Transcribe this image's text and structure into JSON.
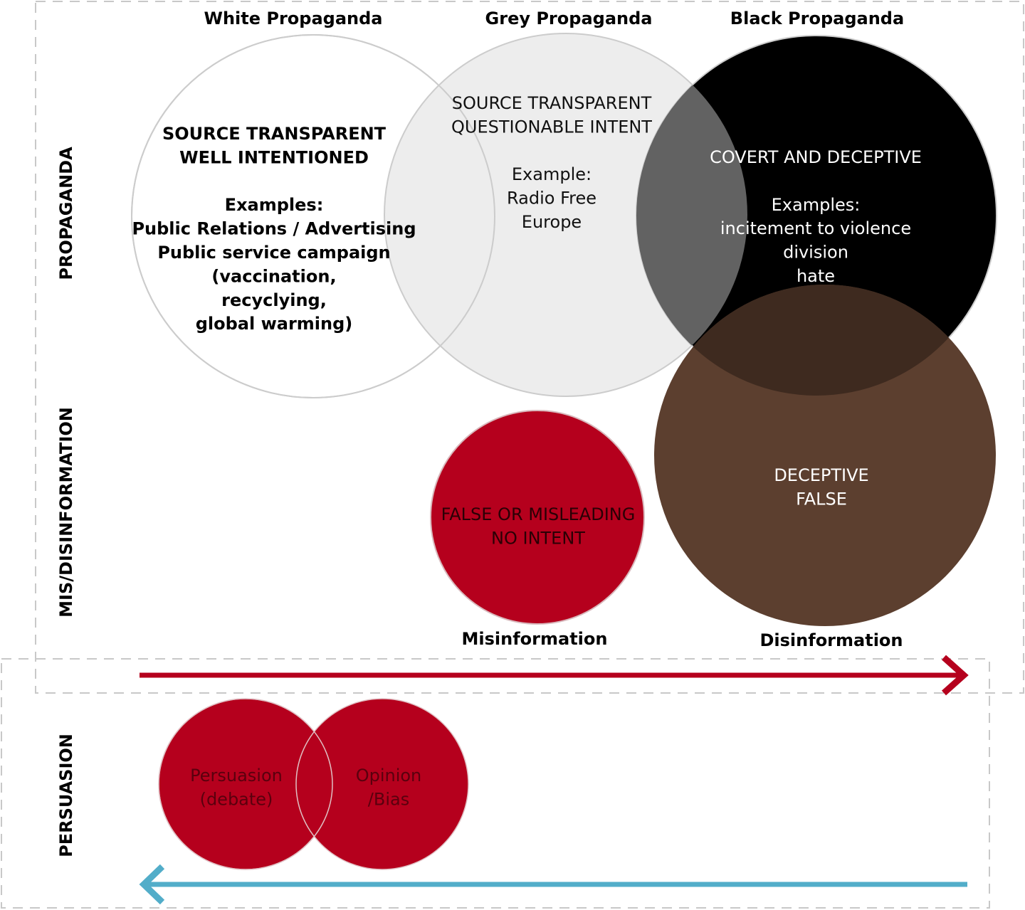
{
  "colors": {
    "red": "#b5001d",
    "brown": "#5c3f2f",
    "black": "#000000",
    "grey_circle": "#ececec",
    "overlap_dark": "#626262",
    "overlap_brown": "#3e2a1f",
    "blue_arrow": "#52adc9",
    "dash_border": "#c8c8c8",
    "circle_stroke": "#cccccc"
  },
  "row_labels": {
    "propaganda": "PROPAGANDA",
    "misdisinfo": "MIS/DISINFORMATION",
    "persuasion": "PERSUASION"
  },
  "titles": {
    "white": "White Propaganda",
    "grey": "Grey Propaganda",
    "black": "Black Propaganda",
    "misinformation": "Misinformation",
    "disinformation": "Disinformation"
  },
  "circles": {
    "white": {
      "lines": [
        "SOURCE TRANSPARENT",
        "WELL INTENTIONED",
        "",
        "Examples:",
        "Public Relations / Advertising",
        "Public service campaign",
        "(vaccination,",
        "recyclying,",
        "global warming)"
      ]
    },
    "grey": {
      "lines": [
        "SOURCE TRANSPARENT",
        "QUESTIONABLE INTENT",
        "",
        "Example:",
        "Radio Free",
        "Europe"
      ]
    },
    "black": {
      "lines": [
        "COVERT AND DECEPTIVE",
        "",
        "Examples:",
        "incitement to violence",
        "division",
        "hate"
      ]
    },
    "misinformation": {
      "lines": [
        "FALSE OR MISLEADING",
        "NO INTENT"
      ]
    },
    "disinformation": {
      "lines": [
        "DECEPTIVE",
        "FALSE"
      ]
    },
    "persuasion": {
      "lines": [
        "Persuasion",
        "(debate)"
      ]
    },
    "opinion": {
      "lines": [
        "Opinion",
        "/Bias"
      ]
    }
  },
  "arrows": {
    "red": {
      "direction": "right"
    },
    "blue": {
      "direction": "left"
    }
  }
}
